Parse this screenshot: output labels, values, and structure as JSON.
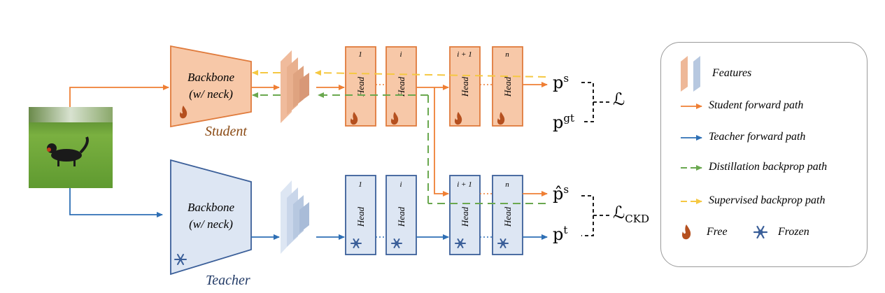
{
  "student": {
    "backbone_line1": "Backbone",
    "backbone_line2": "(w/ neck)",
    "label": "Student",
    "heads": [
      {
        "index": "1",
        "label": "Head"
      },
      {
        "index": "i",
        "label": "Head"
      },
      {
        "index": "i + 1",
        "label": "Head"
      },
      {
        "index": "n",
        "label": "Head"
      }
    ]
  },
  "teacher": {
    "backbone_line1": "Backbone",
    "backbone_line2": "(w/ neck)",
    "label": "Teacher",
    "heads": [
      {
        "index": "1",
        "label": "Head"
      },
      {
        "index": "i",
        "label": "Head"
      },
      {
        "index": "i + 1",
        "label": "Head"
      },
      {
        "index": "n",
        "label": "Head"
      }
    ]
  },
  "outputs": {
    "ps_base": "p",
    "ps_sup": "s",
    "pgt_base": "p",
    "pgt_sup": "gt",
    "phat_base": "p̂",
    "phat_sup": "s",
    "pt_base": "p",
    "pt_sup": "t",
    "loss": "ℒ",
    "loss_ckd_base": "ℒ",
    "loss_ckd_sub": "CKD"
  },
  "legend": {
    "features": "Features",
    "student_forward": "Student forward path",
    "teacher_forward": "Teacher forward path",
    "distill_back": "Distillation backprop path",
    "super_back": "Supervised backprop path",
    "free": "Free",
    "frozen": "Frozen"
  },
  "colors": {
    "student_fill": "#f7c8a8",
    "student_stroke": "#e07b3c",
    "teacher_fill": "#dde6f3",
    "teacher_stroke": "#3b5f99",
    "orange_arrow": "#ef7f34",
    "blue_arrow": "#2e6fb5",
    "green_arrow": "#6aa84f",
    "yellow_arrow": "#f5c842",
    "flame": "#b5501f",
    "snow": "#3b5f99"
  }
}
